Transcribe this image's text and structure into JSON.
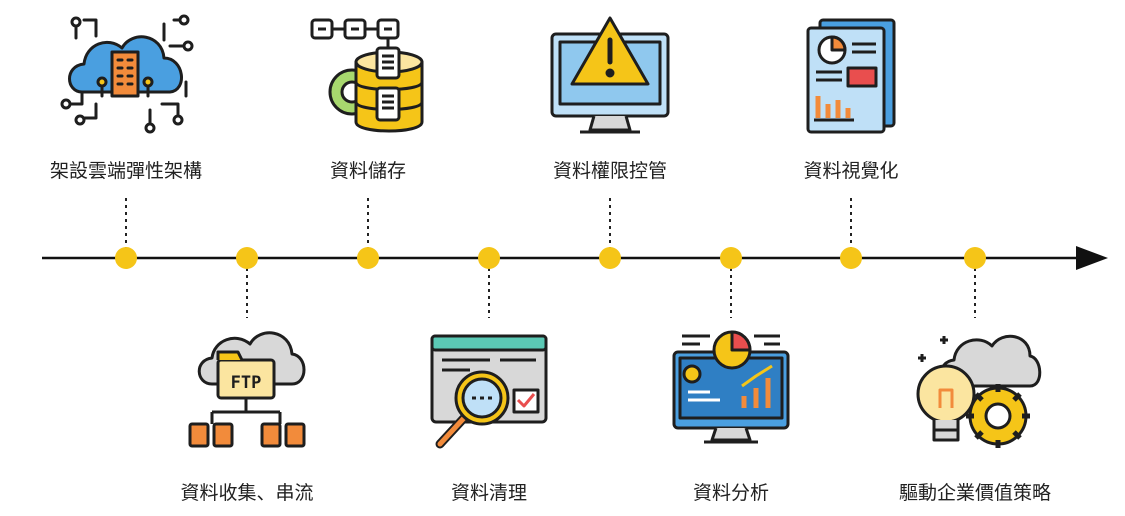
{
  "steps": [
    {
      "label": "架設雲端彈性架構",
      "icon": "cloud-building-icon",
      "position": "top"
    },
    {
      "label": "資料收集、串流",
      "icon": "ftp-cloud-icon",
      "position": "bottom"
    },
    {
      "label": "資料儲存",
      "icon": "database-storage-icon",
      "position": "top"
    },
    {
      "label": "資料清理",
      "icon": "data-search-icon",
      "position": "bottom"
    },
    {
      "label": "資料權限控管",
      "icon": "warning-monitor-icon",
      "position": "top"
    },
    {
      "label": "資料分析",
      "icon": "analytics-monitor-icon",
      "position": "bottom"
    },
    {
      "label": "資料視覺化",
      "icon": "report-chart-icon",
      "position": "top"
    },
    {
      "label": "驅動企業價值策略",
      "icon": "cloud-bulb-gear-icon",
      "position": "bottom"
    }
  ],
  "colors": {
    "line": "#111111",
    "node": "#F5C518",
    "outline": "#1E1E1E",
    "blue": "#4A9FE0",
    "light_blue": "#BFE0F7",
    "orange": "#F28B3B",
    "yellow": "#F5C518",
    "light_yellow": "#FBE5A0",
    "gray": "#D8D8D8",
    "red": "#E94E4E"
  }
}
